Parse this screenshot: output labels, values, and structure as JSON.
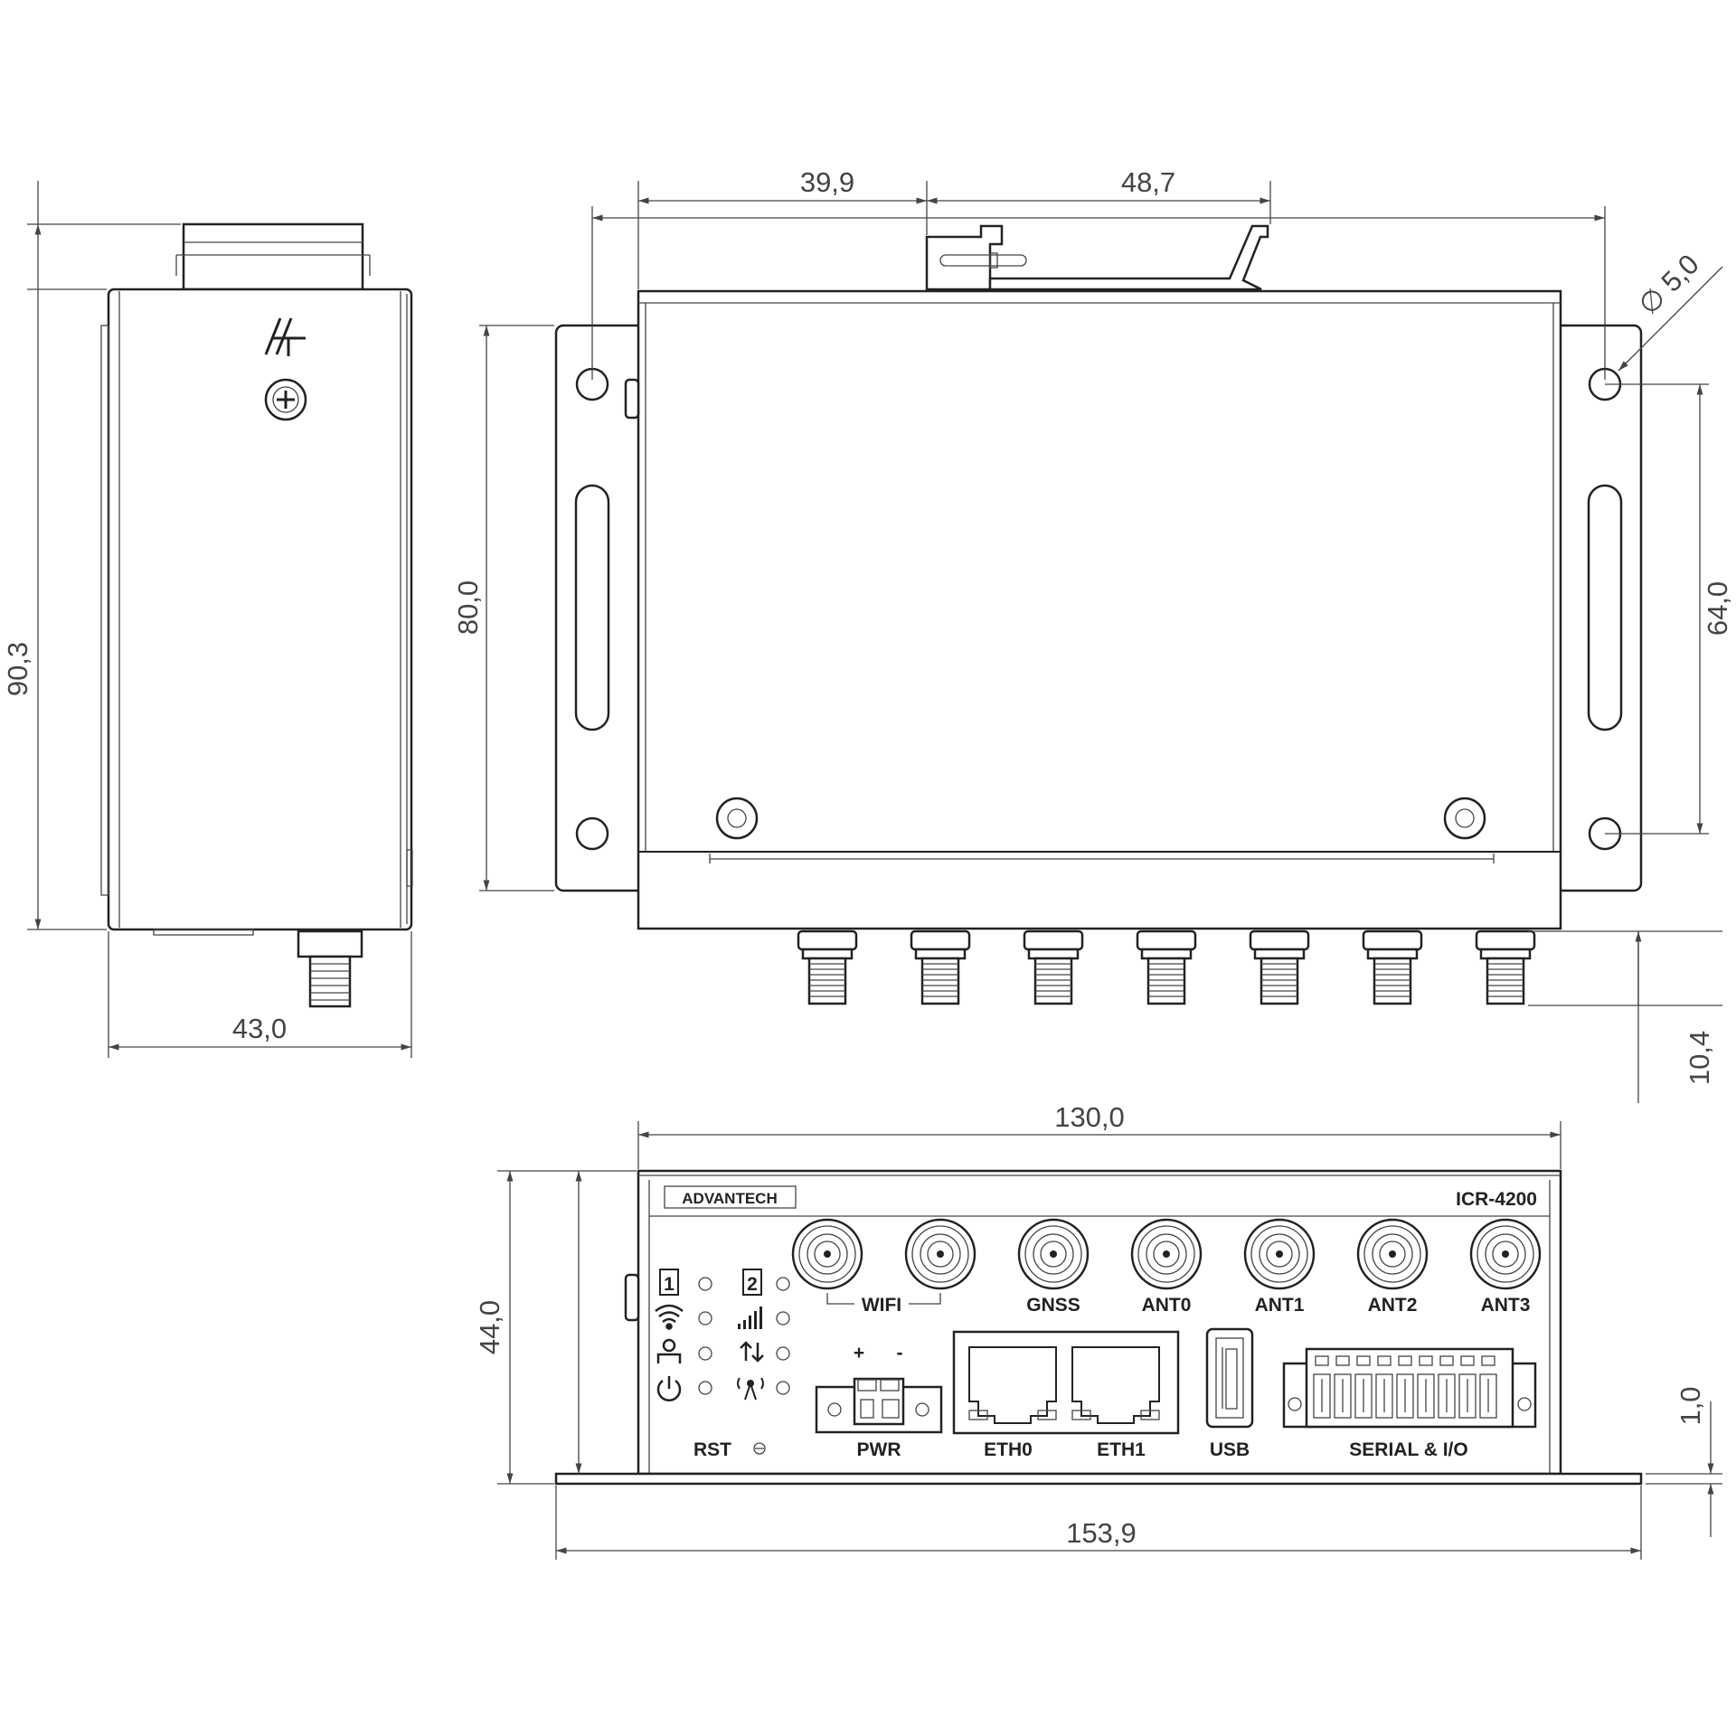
{
  "dimensions": {
    "side_height": "90,3",
    "side_width": "43,0",
    "top_left_offset": "39,9",
    "top_rail_width": "48,7",
    "top_height": "80,0",
    "hole_diameter": "∅ 5,0",
    "hole_spacing": "64,0",
    "connector_length": "10,4",
    "front_width": "130,0",
    "front_height": "44,0",
    "flange_thickness": "1,0",
    "total_width": "153,9"
  },
  "front_panel": {
    "brand": "ADVANTECH",
    "model": "ICR-4200",
    "antenna_labels": [
      "WIFI",
      "GNSS",
      "ANT0",
      "ANT1",
      "ANT2",
      "ANT3"
    ],
    "port_labels": {
      "rst": "RST",
      "pwr": "PWR",
      "eth0": "ETH0",
      "eth1": "ETH1",
      "usb": "USB",
      "serial": "SERIAL & I/O"
    },
    "pwr_plus": "+",
    "pwr_minus": "-",
    "sim1": "1",
    "sim2": "2"
  }
}
